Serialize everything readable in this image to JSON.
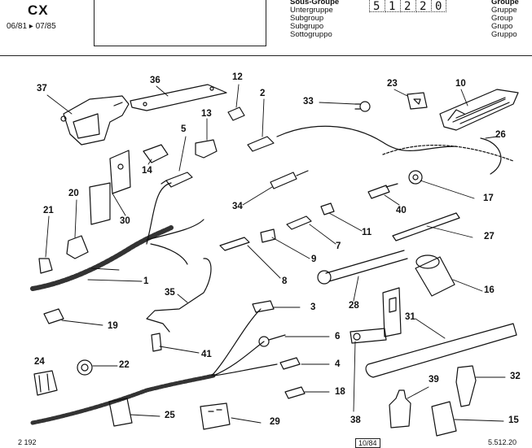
{
  "header": {
    "model": "CX",
    "dates": "06/81 ▸ 07/85",
    "group_labels": [
      "Sous-Groupe",
      "Untergruppe",
      "Subgroup",
      "Subgrupo",
      "Sottogruppo"
    ],
    "group_code_digits": [
      "5",
      "1",
      "2",
      "2",
      "0"
    ],
    "group_labels_right": [
      "Groupe",
      "Gruppe",
      "Group",
      "Grupo",
      "Gruppo"
    ]
  },
  "callouts": [
    "37",
    "36",
    "12",
    "2",
    "33",
    "23",
    "10",
    "13",
    "5",
    "14",
    "26",
    "21",
    "20",
    "30",
    "34",
    "40",
    "17",
    "11",
    "7",
    "27",
    "9",
    "8",
    "1",
    "35",
    "16",
    "28",
    "3",
    "19",
    "31",
    "6",
    "41",
    "24",
    "22",
    "4",
    "18",
    "39",
    "32",
    "25",
    "29",
    "38",
    "15"
  ],
  "footer": {
    "left": "2 192",
    "center": "10/84",
    "right": "5.512.20"
  }
}
